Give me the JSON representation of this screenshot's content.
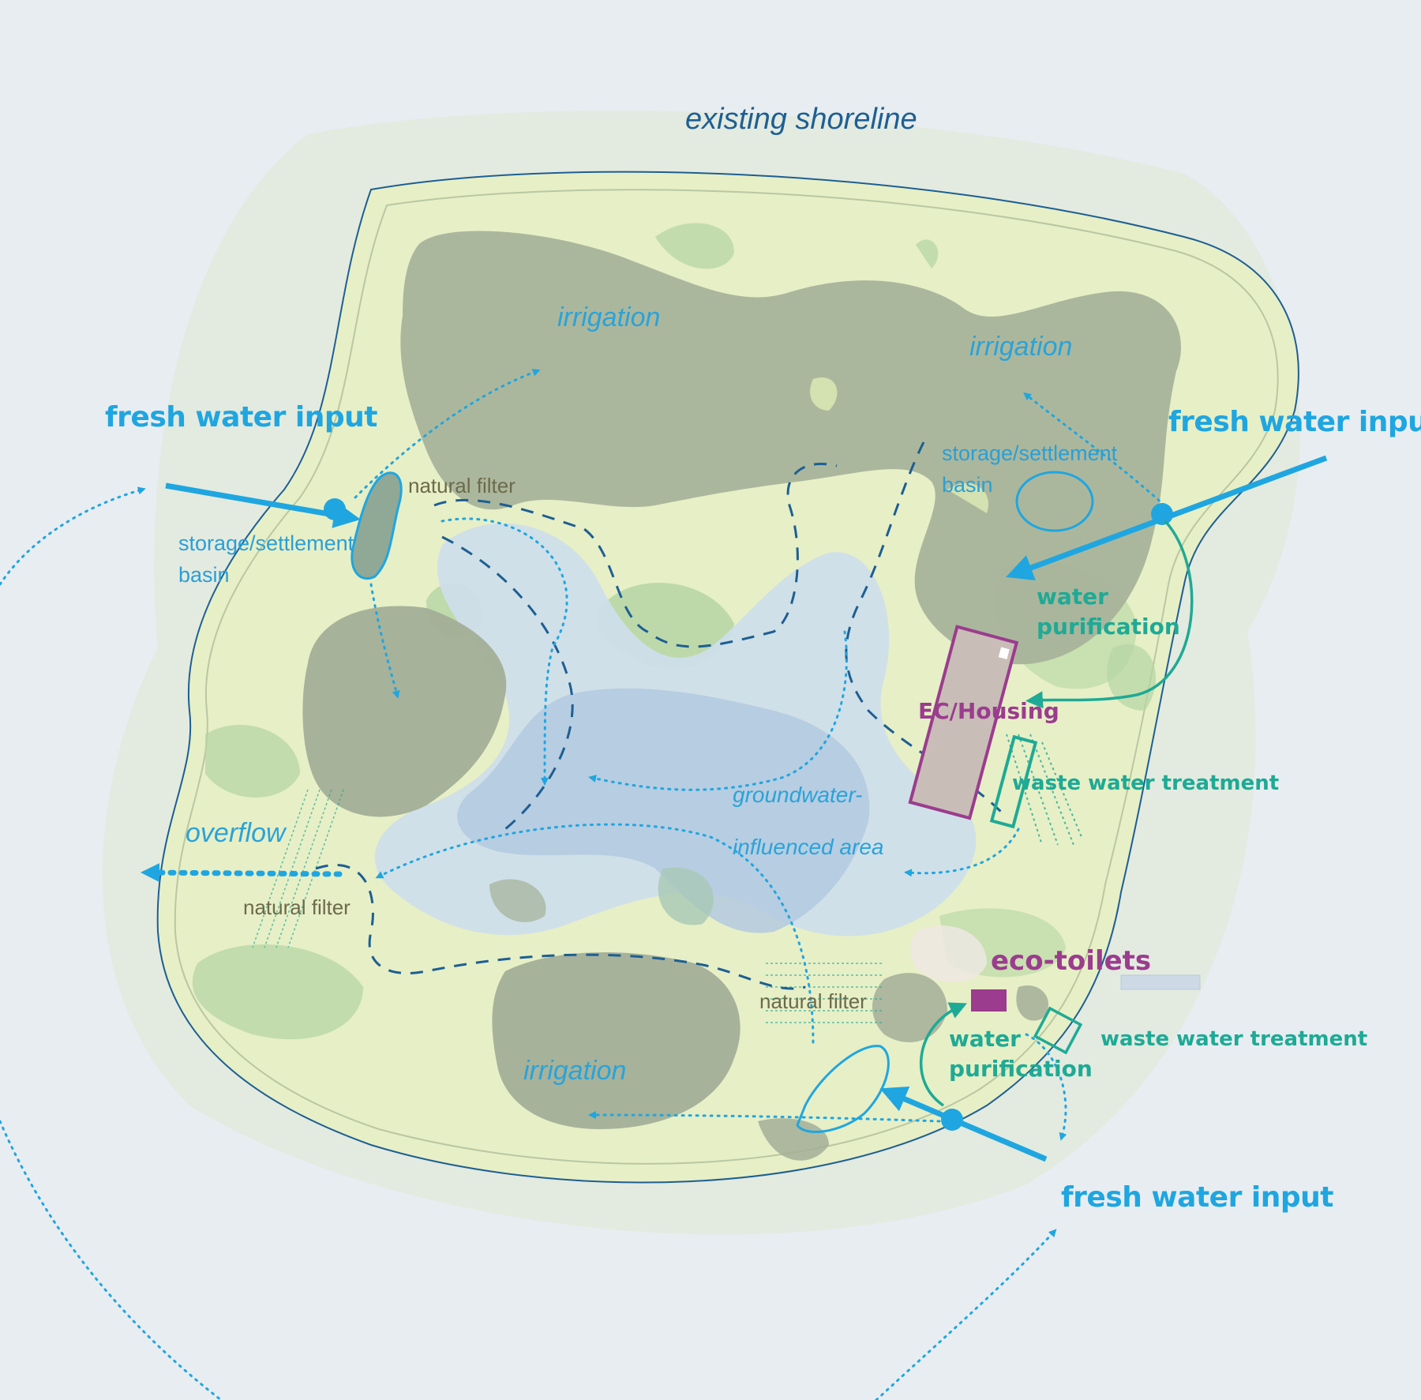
{
  "colors": {
    "water": "#1fa6e0",
    "water_dark": "#1d5f93",
    "teal": "#1eaa95",
    "purple": "#9b3c8e",
    "land": "#e9f0c8",
    "vegetation": "#a6b49a",
    "lake": "#c5d7e6"
  },
  "labels": {
    "existing_shoreline": "existing shoreline",
    "irrigation_nw": "irrigation",
    "irrigation_ne": "irrigation",
    "irrigation_s": "irrigation",
    "fresh_water_input_w": "fresh water input",
    "fresh_water_input_e": "fresh water input",
    "fresh_water_input_s": "fresh water input",
    "natural_filter_nw": "natural filter",
    "natural_filter_w": "natural filter",
    "natural_filter_s": "natural filter",
    "storage_basin_w_line1": "storage/settlement",
    "storage_basin_w_line2": "basin",
    "storage_basin_e_line1": "storage/settlement",
    "storage_basin_e_line2": "basin",
    "water_purification_e_line1": "water",
    "water_purification_e_line2": "purification",
    "water_purification_s_line1": "water",
    "water_purification_s_line2": "purification",
    "ec_housing": "EC/Housing",
    "waste_water_treatment_e": "waste water treatment",
    "waste_water_treatment_s": "waste water treatment",
    "eco_toilets": "eco-toilets",
    "overflow": "overflow",
    "groundwater_line1": "groundwater-",
    "groundwater_line2": "influenced area"
  }
}
